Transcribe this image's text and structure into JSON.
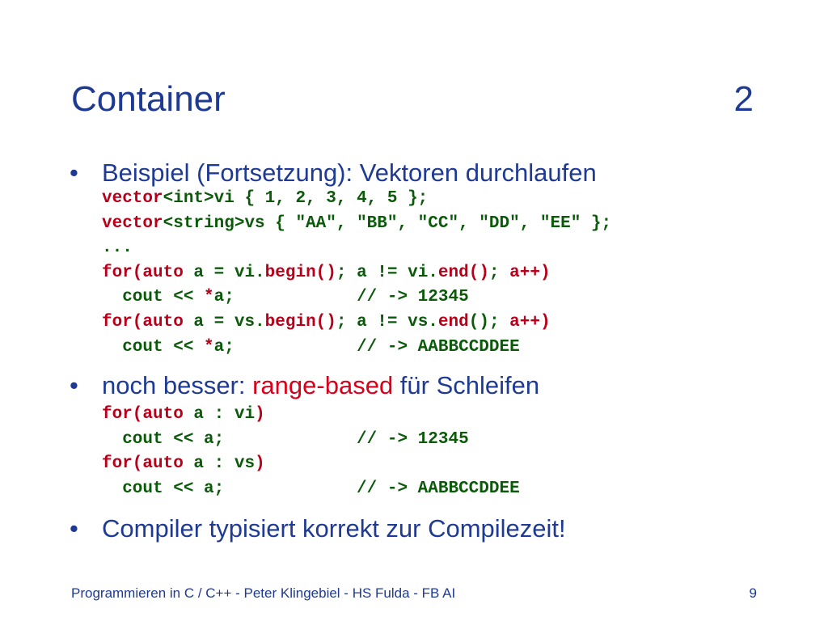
{
  "slide": {
    "title": "Container",
    "number": "2",
    "footer": "Programmieren in C / C++ - Peter Klingebiel - HS Fulda - FB AI",
    "page": "9"
  },
  "colors": {
    "text_blue": "#1f3a93",
    "keyword_red": "#b8001a",
    "code_green": "#0a5a0a",
    "highlight_red": "#d9001b"
  },
  "bullets": [
    {
      "dot": "•",
      "parts": [
        {
          "text": "Beispiel (Fortsetzung): Vektoren durchlaufen",
          "style": "normal"
        }
      ],
      "code": [
        [
          {
            "t": "vector",
            "c": "red"
          },
          {
            "t": "<int>vi { 1, 2, 3, 4, 5 };",
            "c": "green"
          }
        ],
        [
          {
            "t": "vector",
            "c": "red"
          },
          {
            "t": "<string>vs { \"AA\", \"BB\", \"CC\", \"DD\", \"EE\" };",
            "c": "green"
          }
        ],
        [
          {
            "t": "...",
            "c": "green"
          }
        ],
        [
          {
            "t": "for(auto",
            "c": "red"
          },
          {
            "t": " a = vi.",
            "c": "green"
          },
          {
            "t": "begin()",
            "c": "red"
          },
          {
            "t": "; a != vi.",
            "c": "green"
          },
          {
            "t": "end()",
            "c": "red"
          },
          {
            "t": "; ",
            "c": "green"
          },
          {
            "t": "a++)",
            "c": "red"
          }
        ],
        [
          {
            "t": "  cout << ",
            "c": "green"
          },
          {
            "t": "*",
            "c": "red"
          },
          {
            "t": "a;            // -> 12345",
            "c": "green"
          }
        ],
        [
          {
            "t": "for(auto",
            "c": "red"
          },
          {
            "t": " a = vs.",
            "c": "green"
          },
          {
            "t": "begin()",
            "c": "red"
          },
          {
            "t": "; a != vs.",
            "c": "green"
          },
          {
            "t": "end",
            "c": "red"
          },
          {
            "t": "()",
            "c": "green"
          },
          {
            "t": "; ",
            "c": "green"
          },
          {
            "t": "a++)",
            "c": "red"
          }
        ],
        [
          {
            "t": "  cout << ",
            "c": "green"
          },
          {
            "t": "*",
            "c": "red"
          },
          {
            "t": "a;            // -> AABBCCDDEE",
            "c": "green"
          }
        ]
      ]
    },
    {
      "dot": "•",
      "parts": [
        {
          "text": "noch besser: ",
          "style": "normal"
        },
        {
          "text": "range-based",
          "style": "red"
        },
        {
          "text": " für Schleifen",
          "style": "normal"
        }
      ],
      "code": [
        [
          {
            "t": "for(auto",
            "c": "red"
          },
          {
            "t": " a : vi",
            "c": "green"
          },
          {
            "t": ")",
            "c": "red"
          }
        ],
        [
          {
            "t": "  cout << a;             // -> 12345",
            "c": "green"
          }
        ],
        [
          {
            "t": "for(auto",
            "c": "red"
          },
          {
            "t": " a : vs",
            "c": "green"
          },
          {
            "t": ")",
            "c": "red"
          }
        ],
        [
          {
            "t": "  cout << a;             // -> AABBCCDDEE",
            "c": "green"
          }
        ]
      ]
    },
    {
      "dot": "•",
      "parts": [
        {
          "text": "Compiler typisiert korrekt zur Compilezeit!",
          "style": "normal"
        }
      ],
      "code": []
    }
  ]
}
